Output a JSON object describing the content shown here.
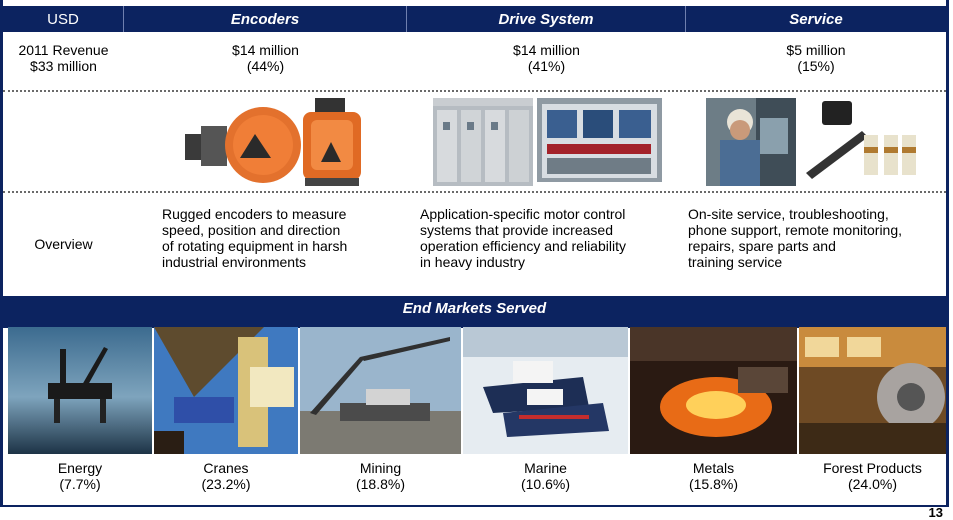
{
  "header": {
    "col0": "USD",
    "col1": "Encoders",
    "col2": "Drive System",
    "col3": "Service"
  },
  "revenue": {
    "label_line1": "2011 Revenue",
    "label_line2": "$33 million",
    "encoders_line1": "$14 million",
    "encoders_line2": "(44%)",
    "drive_line1": "$14 million",
    "drive_line2": "(41%)",
    "service_line1": "$5 million",
    "service_line2": "(15%)"
  },
  "overview": {
    "label": "Overview",
    "encoders": [
      "Rugged encoders to measure",
      "speed, position and direction",
      "of rotating equipment in harsh",
      "industrial environments"
    ],
    "drive": [
      "Application-specific motor control",
      "systems that provide increased",
      "operation efficiency and reliability",
      "in heavy industry"
    ],
    "service": [
      "On-site service, troubleshooting,",
      "phone support, remote monitoring,",
      "repairs, spare parts and",
      "training service"
    ]
  },
  "end_markets": {
    "title": "End Markets Served",
    "items": [
      {
        "name": "Energy",
        "share": "(7.7%)"
      },
      {
        "name": "Cranes",
        "share": "(23.2%)"
      },
      {
        "name": "Mining",
        "share": "(18.8%)"
      },
      {
        "name": "Marine",
        "share": "(10.6%)"
      },
      {
        "name": "Metals",
        "share": "(15.8%)"
      },
      {
        "name": "Forest Products",
        "share": "(24.0%)"
      }
    ]
  },
  "page_number": "13",
  "colors": {
    "navy": "#0c2360",
    "orange": "#e8702a"
  }
}
